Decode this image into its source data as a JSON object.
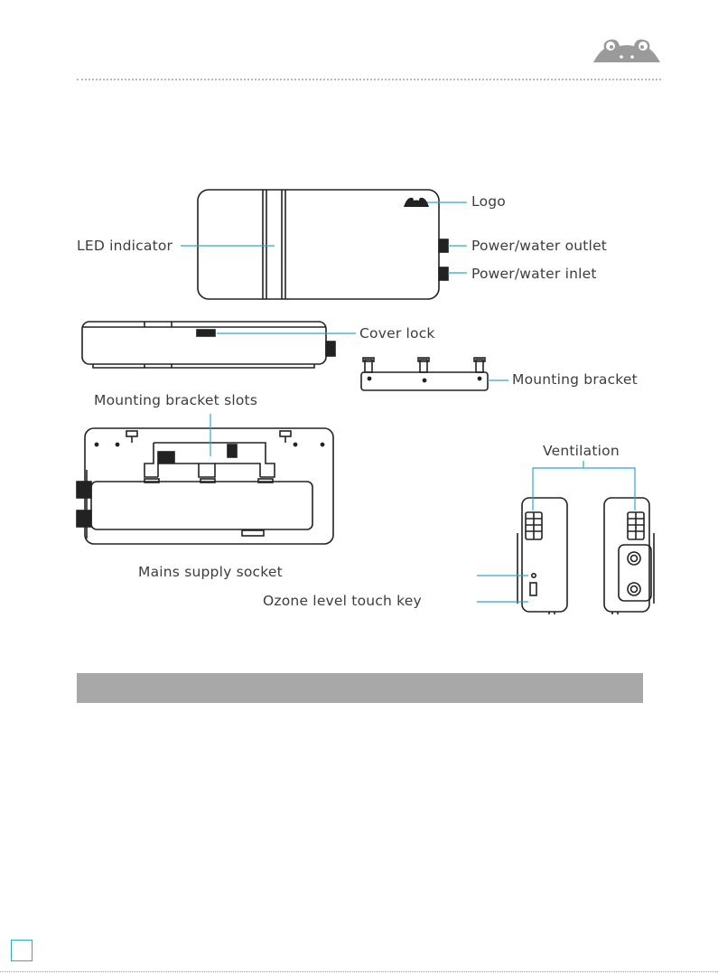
{
  "labels": {
    "logo": "Logo",
    "led_indicator": "LED indicator",
    "power_water_outlet": "Power/water outlet",
    "power_water_inlet": "Power/water inlet",
    "cover_lock": "Cover lock",
    "mounting_bracket": "Mounting bracket",
    "mounting_bracket_slots": "Mounting bracket slots",
    "ventilation": "Ventilation",
    "mains_supply_socket": "Mains supply socket",
    "ozone_level_touch_key": "Ozone level touch key"
  },
  "colors": {
    "leader_line": "#2fa8c8",
    "section_bar": "#a8a8a8",
    "device_outline": "#222222",
    "logo_fill": "#9a9a9a"
  },
  "icons": {
    "brand_logo": "frog-eyes-logo-icon"
  }
}
